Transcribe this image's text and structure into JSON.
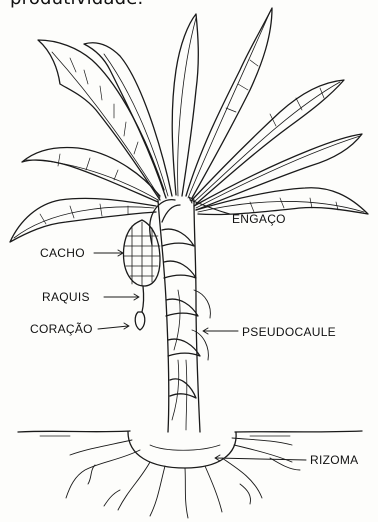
{
  "header": {
    "partial_text": "produtividade."
  },
  "labels": {
    "engaco": "ENGAÇO",
    "cacho": "CACHO",
    "raquis": "RAQUIS",
    "coracao": "CORAÇÃO",
    "pseudocaule": "PSEUDOCAULE",
    "rizoma": "RIZOMA"
  }
}
